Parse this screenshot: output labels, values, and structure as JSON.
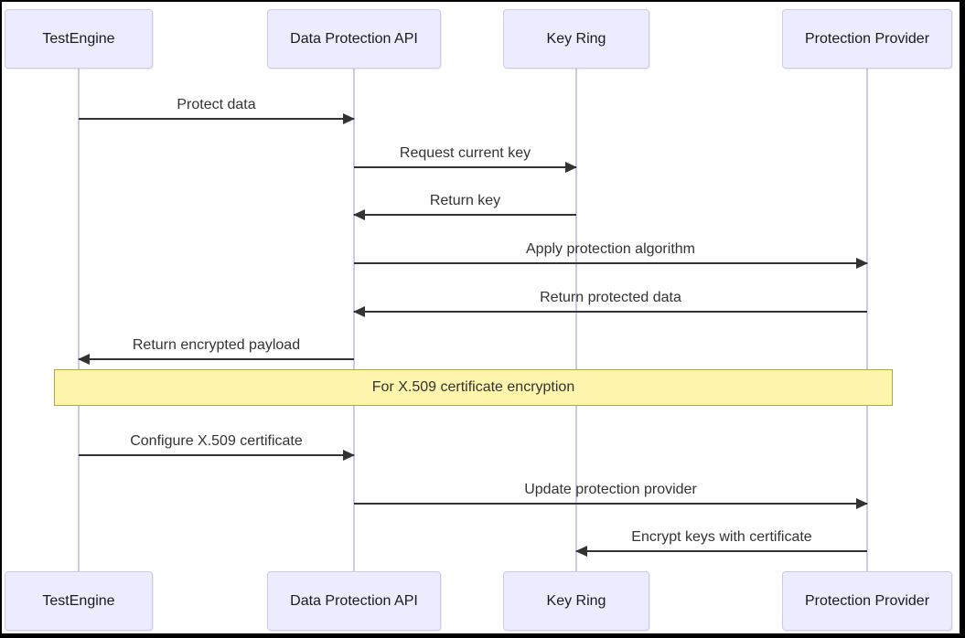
{
  "diagram": {
    "type": "sequence",
    "actors": [
      {
        "id": "testengine",
        "label": "TestEngine"
      },
      {
        "id": "dpapi",
        "label": "Data Protection API"
      },
      {
        "id": "keyring",
        "label": "Key Ring"
      },
      {
        "id": "provider",
        "label": "Protection Provider"
      }
    ],
    "messages": [
      {
        "label": "Protect data",
        "from": "testengine",
        "to": "dpapi"
      },
      {
        "label": "Request current key",
        "from": "dpapi",
        "to": "keyring"
      },
      {
        "label": "Return key",
        "from": "keyring",
        "to": "dpapi"
      },
      {
        "label": "Apply protection algorithm",
        "from": "dpapi",
        "to": "provider"
      },
      {
        "label": "Return protected data",
        "from": "provider",
        "to": "dpapi"
      },
      {
        "label": "Return encrypted payload",
        "from": "dpapi",
        "to": "testengine"
      },
      {
        "label": "Configure X.509 certificate",
        "from": "testengine",
        "to": "dpapi"
      },
      {
        "label": "Update protection provider",
        "from": "dpapi",
        "to": "provider"
      },
      {
        "label": "Encrypt keys with certificate",
        "from": "provider",
        "to": "keyring"
      }
    ],
    "note": {
      "label": "For X.509 certificate encryption",
      "over": "all"
    },
    "colors": {
      "actor_fill": "#ececff",
      "actor_border": "#cfc9ea",
      "lifeline": "#cfc9e8",
      "arrow": "#333333",
      "note_fill": "#fff5ad",
      "note_border": "#aaaa33",
      "text": "#333333",
      "frame": "#000000"
    }
  }
}
